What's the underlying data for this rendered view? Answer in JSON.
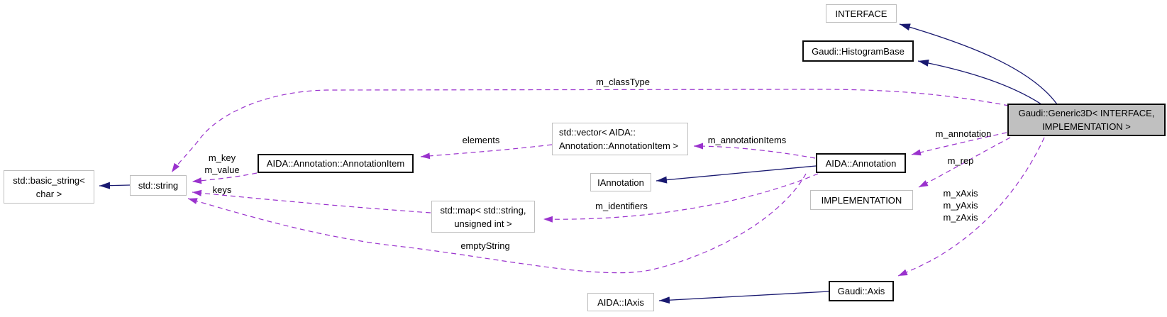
{
  "nodes": {
    "interface": {
      "label": "INTERFACE"
    },
    "histogram_base": {
      "label": "Gaudi::HistogramBase"
    },
    "generic3d": {
      "label": "Gaudi::Generic3D< INTERFACE,\nIMPLEMENTATION >"
    },
    "basic_string": {
      "label": "std::basic_string<\nchar >"
    },
    "string": {
      "label": "std::string"
    },
    "annotation_item": {
      "label": "AIDA::Annotation::AnnotationItem"
    },
    "vector_annotation_item": {
      "label": "std::vector< AIDA::\nAnnotation::AnnotationItem >"
    },
    "iannotation": {
      "label": "IAnnotation"
    },
    "annotation": {
      "label": "AIDA::Annotation"
    },
    "implementation": {
      "label": "IMPLEMENTATION"
    },
    "map_string_uint": {
      "label": "std::map< std::string,\nunsigned int >"
    },
    "iaxis": {
      "label": "AIDA::IAxis"
    },
    "axis": {
      "label": "Gaudi::Axis"
    }
  },
  "edge_labels": {
    "m_classType": "m_classType",
    "elements": "elements",
    "m_annotationItems": "m_annotationItems",
    "m_annotation": "m_annotation",
    "m_rep": "m_rep",
    "m_axes": "m_xAxis\nm_yAxis\nm_zAxis",
    "m_key_value": "m_key\nm_value",
    "keys": "keys",
    "m_identifiers": "m_identifiers",
    "emptyString": "emptyString"
  },
  "colors": {
    "inheritance_edge": "#191970",
    "usage_edge": "#9a32cd",
    "current_node_fill": "#c0c0c0",
    "documented_border": "#0a0a0a",
    "external_border": "#bfbfbf"
  }
}
